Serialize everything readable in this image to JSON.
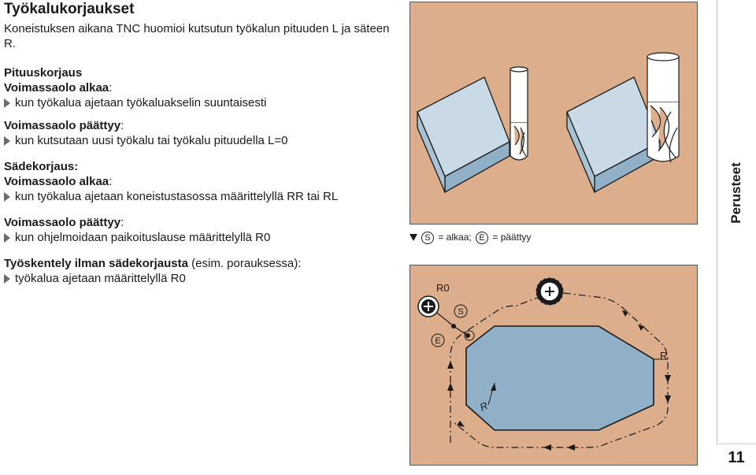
{
  "title": "Työkalukorjaukset",
  "intro": "Koneistuksen aikana TNC huomioi kutsutun työkalun pituuden L ja säteen R.",
  "length_comp": {
    "heading": "Pituuskorjaus",
    "start_label": "Voimassaolo alkaa",
    "start_colon": ":",
    "start_item": "kun työkalua ajetaan työkaluakselin suuntaisesti",
    "end_label": "Voimassaolo päättyy",
    "end_colon": ":",
    "end_item": "kun kutsutaan uusi työkalu tai työkalu pituudella L=0"
  },
  "radius_comp": {
    "heading": "Sädekorjaus:",
    "start_label": "Voimassaolo alkaa",
    "start_colon": ":",
    "start_item": "kun työkalua ajetaan koneistustasossa määrittelyllä RR tai RL",
    "end_label": "Voimassaolo päättyy",
    "end_colon": ":",
    "end_item": "kun ohjelmoidaan paikoituslause määrittelyllä R0"
  },
  "no_radius": {
    "heading": "Työskentely ilman sädekorjausta",
    "heading_suffix": " (esim. porauksessa):",
    "item": "työkalua ajetaan määrittelyllä R0"
  },
  "caption": {
    "start_symbol": "S",
    "start_text": " = alkaa; ",
    "end_symbol": "E",
    "end_text": " = päättyy"
  },
  "diagram_labels": {
    "r0": "R0",
    "start": "S",
    "end": "E",
    "radius_right": "R",
    "radius_bottom": "R"
  },
  "side_tab": "Perusteet",
  "page_number": "11",
  "colors": {
    "background_tan": "#dcae8c",
    "workpiece_blue": "#8fb0c6",
    "workpiece_top": "#c9dae6",
    "text": "#1a1a1a",
    "bullet_gray": "#6b6b6b"
  }
}
